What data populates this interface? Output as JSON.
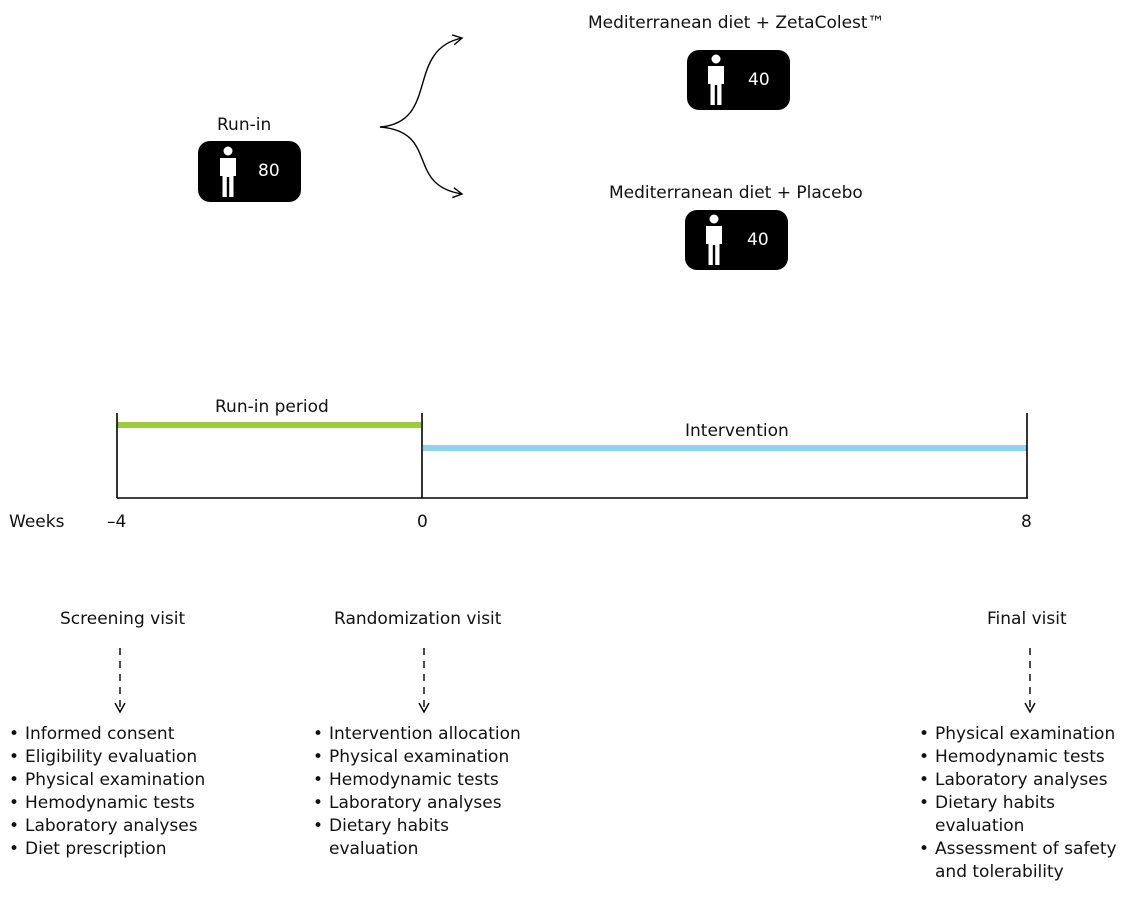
{
  "groups": {
    "run_in": {
      "label": "Run-in",
      "count": "80"
    },
    "zeta": {
      "label": "Mediterranean diet + ZetaColest™",
      "count": "40"
    },
    "placebo": {
      "label": "Mediterranean diet + Placebo",
      "count": "40"
    }
  },
  "timeline": {
    "run_in_label": "Run-in period",
    "intervention_label": "Intervention",
    "weeks_label": "Weeks",
    "ticks": [
      "–4",
      "0",
      "8"
    ],
    "colors": {
      "run_in": "#9ccb3b",
      "intervention": "#8fd3ee"
    }
  },
  "visits": {
    "screening": {
      "title": "Screening visit",
      "items": [
        "Informed consent",
        "Eligibility evaluation",
        "Physical examination",
        "Hemodynamic tests",
        "Laboratory analyses",
        "Diet prescription"
      ]
    },
    "randomization": {
      "title": "Randomization visit",
      "items": [
        "Intervention allocation",
        "Physical examination",
        "Hemodynamic tests",
        "Laboratory analyses",
        "Dietary habits",
        "evaluation"
      ]
    },
    "final": {
      "title": "Final visit",
      "items": [
        "Physical examination",
        "Hemodynamic tests",
        "Laboratory analyses",
        "Dietary habits",
        "evaluation",
        "Assessment of safety",
        "and tolerability"
      ]
    }
  }
}
